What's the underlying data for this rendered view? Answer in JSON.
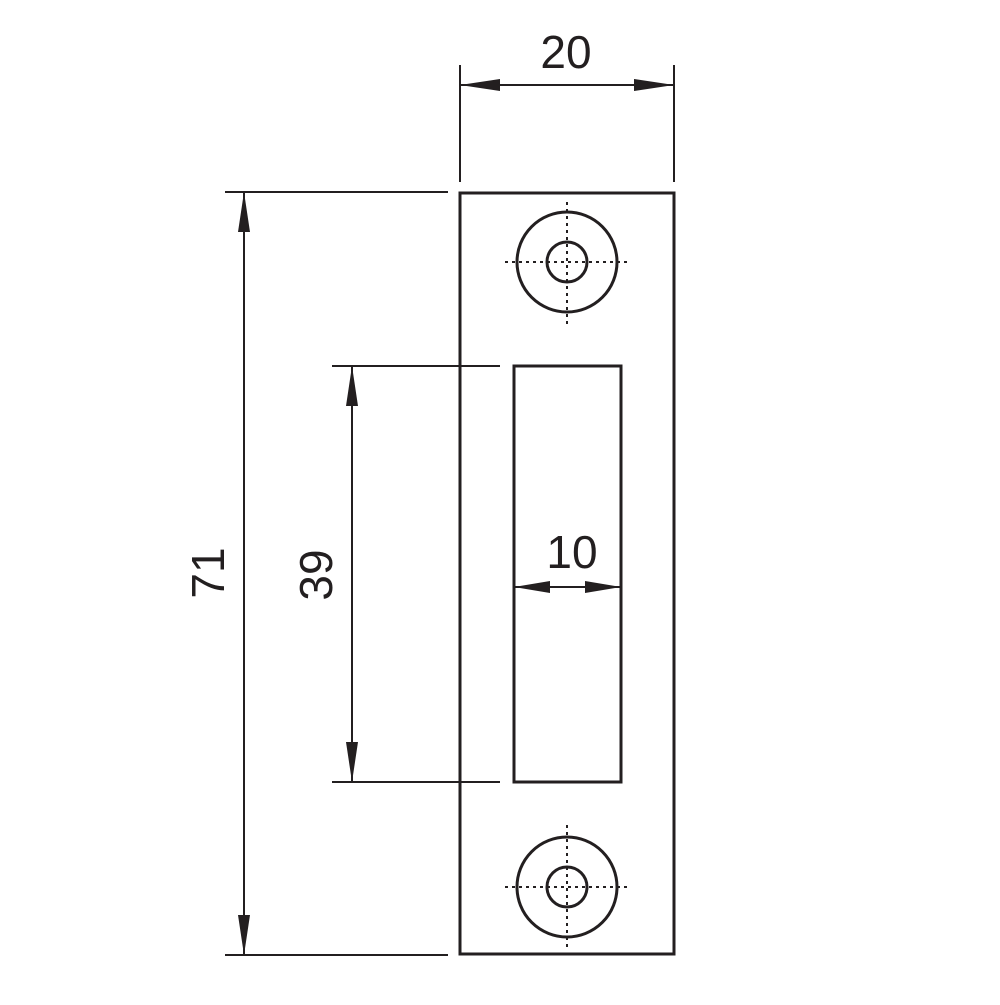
{
  "drawing": {
    "subject": "strike plate",
    "line_color": "#231f20",
    "background_color": "#ffffff"
  },
  "dimensions": {
    "plate_width": "20",
    "plate_height": "71",
    "slot_height": "39",
    "slot_width": "10"
  }
}
